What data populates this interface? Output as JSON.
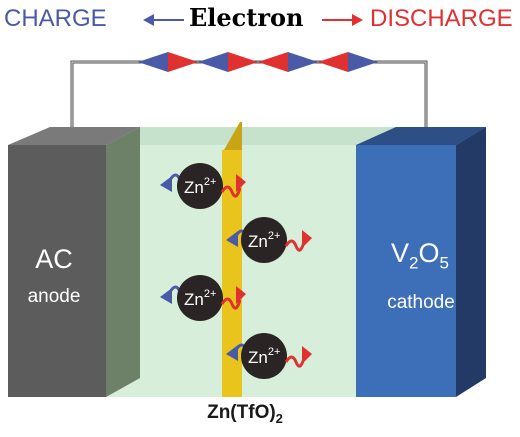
{
  "header": {
    "charge": "CHARGE",
    "electron": "Electron",
    "discharge": "DISCHARGE"
  },
  "anode": {
    "name": "AC",
    "role": "anode"
  },
  "cathode": {
    "formula_v": "V",
    "formula_sub1": "2",
    "formula_o": "O",
    "formula_sub2": "5",
    "role": "cathode"
  },
  "ion": {
    "base": "Zn",
    "charge": "2+"
  },
  "separator": {
    "main": "Zn(TfO)",
    "sub": "2"
  },
  "colors": {
    "charge": "#4a5aa6",
    "discharge": "#e03030",
    "anode": "#5a5a5a",
    "cathode": "#3d6fb8",
    "electrolyte": "#d6eeda",
    "separator": "#e8c41c",
    "ion": "#2a2424"
  }
}
